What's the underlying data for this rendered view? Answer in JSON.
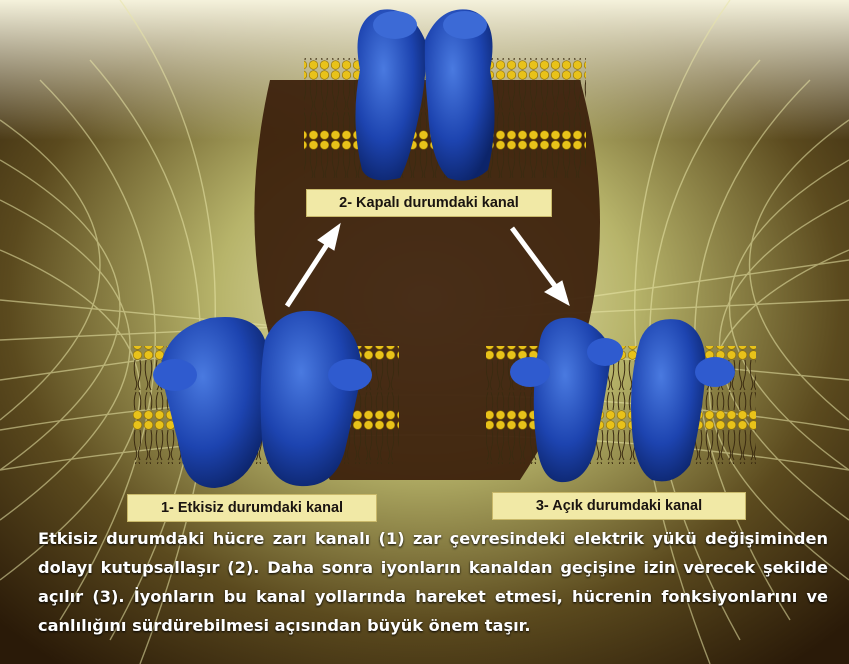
{
  "labels": {
    "closed": "2- Kapalı durumdaki kanal",
    "inactive": "1- Etkisiz durumdaki kanal",
    "open": "3- Açık durumdaki kanal"
  },
  "caption": "Etkisiz durumdaki hücre zarı kanalı (1) zar çevresindeki elektrik yükü değişiminden dolayı kutupsallaşır (2). Daha sonra iyonların kanaldan geçişine izin verecek şekilde açılır (3). İyonların bu kanal yollarında hareket etmesi, hücrenin fonksiyonlarını ve canlılığını sürdürebilmesi açısından büyük önem taşır.",
  "colors": {
    "protein": "#1f47b8",
    "lipid_head": "#e8c21a",
    "label_bg": "#f1e9a6",
    "background_glow": "#d8d48a",
    "dark_center": "#3a1d0a"
  }
}
